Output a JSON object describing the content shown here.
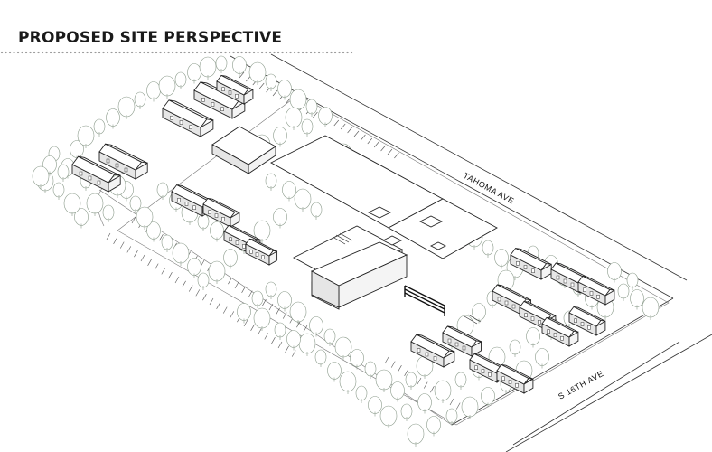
{
  "title": "PROPOSED SITE PERSPECTIVE",
  "streets": {
    "tahoma": "TAHOMA AVE",
    "s16th": "S 16TH AVE"
  },
  "colors": {
    "ink": "#1a1a1a",
    "dots": "#9a9a9a",
    "tree_outline": "#8a9a8a"
  }
}
